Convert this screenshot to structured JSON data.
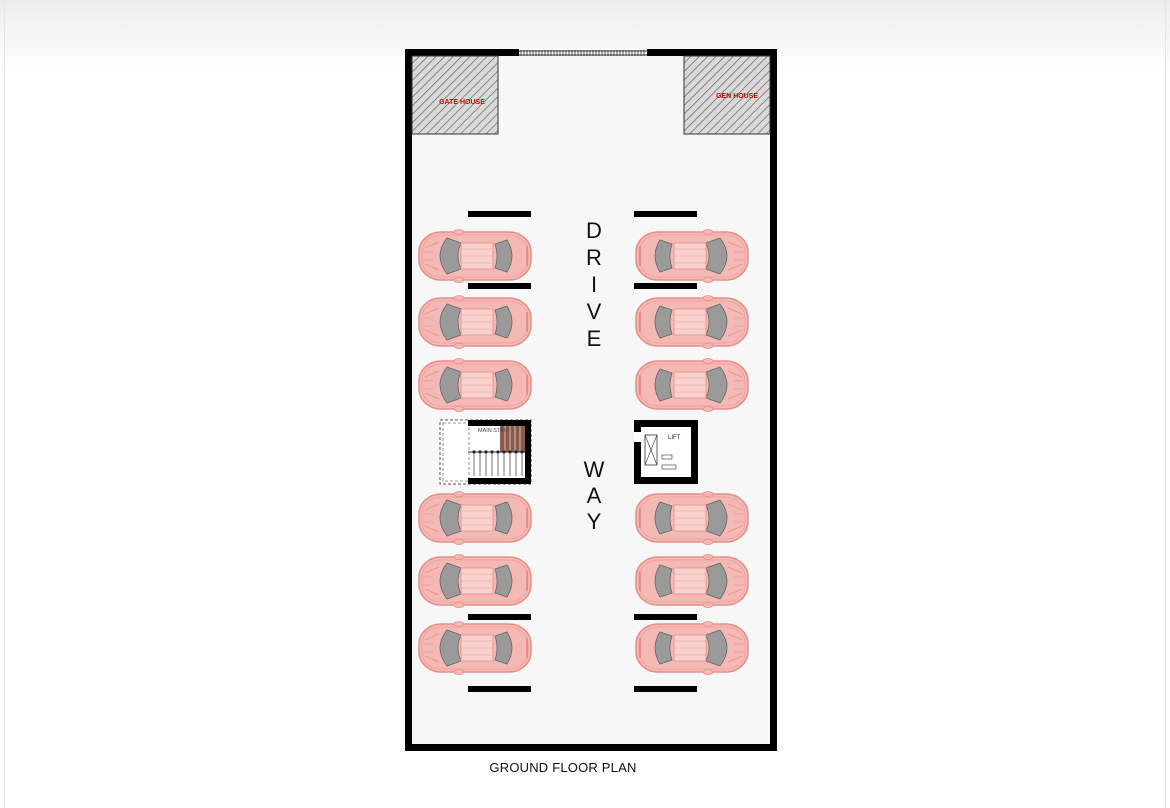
{
  "plan": {
    "title": "GROUND FLOOR PLAN",
    "gate_house_label": "GATE HOUSE",
    "gen_house_label": "GEN HOUSE",
    "driveway_word1": "DRIVE",
    "driveway_word2": "WAY",
    "stair_label": "MAIN STAIR",
    "lift_label": "LIFT",
    "parking_left_count": 6,
    "parking_right_count": 6
  },
  "colors": {
    "wall": "#000000",
    "floor": "#f7f7f7",
    "hatch": "#555555",
    "room_label": "#e00000",
    "car_body": "#f4b9b4",
    "car_outline": "#e78e88",
    "car_glass": "#9a9a9a",
    "stair_wood": "#8b5a4a"
  },
  "icons": {
    "car": "car-top-view-icon",
    "stair": "staircase-icon",
    "lift": "elevator-icon"
  }
}
